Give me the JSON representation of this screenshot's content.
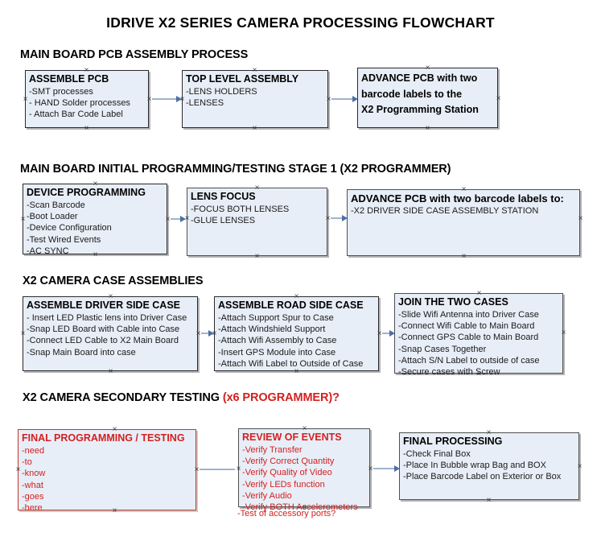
{
  "document": {
    "title": "IDRIVE X2  SERIES CAMERA PROCESSING FLOWCHART"
  },
  "sections": [
    {
      "id": "main-board-pcb-assembly",
      "heading": "MAIN BOARD PCB ASSEMBLY PROCESS",
      "heading_accent": ""
    },
    {
      "id": "main-board-initial-programming",
      "heading": "MAIN BOARD INITIAL PROGRAMMING/TESTING STAGE 1 (X2 PROGRAMMER)",
      "heading_accent": ""
    },
    {
      "id": "x2-camera-case-assemblies",
      "heading": "X2 CAMERA CASE ASSEMBLIES",
      "heading_accent": ""
    },
    {
      "id": "x2-camera-secondary-testing",
      "heading": "X2 CAMERA SECONDARY TESTING ",
      "heading_accent": "(x6 PROGRAMMER)?"
    }
  ],
  "nodes": {
    "assemble_pcb": {
      "title": "ASSEMBLE PCB",
      "lines": [
        "-SMT processes",
        "- HAND Solder processes",
        "- Attach Bar Code Label"
      ]
    },
    "top_level_assembly": {
      "title": "TOP LEVEL ASSEMBLY",
      "lines": [
        "-LENS HOLDERS",
        "-LENSES"
      ]
    },
    "advance_pcb_station": {
      "title": "ADVANCE PCB with two",
      "lines": [
        "barcode labels to the",
        " X2 Programming Station"
      ]
    },
    "device_programming": {
      "title": "DEVICE PROGRAMMING",
      "lines": [
        "-Scan Barcode",
        "-Boot Loader",
        "-Device Configuration",
        "-Test Wired Events",
        "-AC SYNC"
      ]
    },
    "lens_focus": {
      "title": "LENS FOCUS",
      "lines": [
        "-FOCUS BOTH LENSES",
        "-GLUE LENSES"
      ]
    },
    "advance_pcb_driver_case": {
      "title": "ADVANCE PCB with two barcode labels to:",
      "lines": [
        "-X2 DRIVER  SIDE  CASE  ASSEMBLY STATION"
      ]
    },
    "assemble_driver_side_case": {
      "title": "ASSEMBLE DRIVER SIDE CASE",
      "lines": [
        "- Insert LED Plastic lens into Driver Case",
        "-Snap LED Board with Cable into Case",
        "-Connect LED Cable to X2 Main Board",
        "-Snap Main Board into case"
      ]
    },
    "assemble_road_side_case": {
      "title": "ASSEMBLE ROAD SIDE CASE",
      "lines": [
        "-Attach Support Spur to Case",
        "-Attach Windshield Support",
        "-Attach Wifi Assembly to Case",
        "-Insert GPS Module into Case",
        "-Attach Wifi Label to Outside of Case"
      ]
    },
    "join_the_two_cases": {
      "title": "JOIN THE TWO CASES",
      "lines": [
        "-Slide Wifi Antenna into Driver Case",
        "-Connect Wifi Cable to Main Board",
        "-Connect GPS Cable to Main Board",
        "-Snap Cases Together",
        "-Attach S/N Label to outside of case",
        "-Secure cases with Screw"
      ]
    },
    "final_programming_testing": {
      "title": "FINAL PROGRAMMING / TESTING",
      "lines": [
        "-need",
        "-to",
        "-know",
        "-what",
        "-goes",
        "-here"
      ]
    },
    "review_of_events": {
      "title": "REVIEW OF EVENTS",
      "lines": [
        "-Verify Transfer",
        "-Verify Correct Quantity",
        "-Verify Quality of Video",
        "-Verify LEDs function",
        "-Verify Audio",
        "-Verify BOTH Accelerometers"
      ],
      "overflow_line": "-Test of accessory ports?"
    },
    "final_processing": {
      "title": "FINAL PROCESSING",
      "lines": [
        "-Check Final Box",
        "-Place In Bubble wrap Bag and BOX",
        "-Place Barcode Label on Exterior or Box"
      ]
    }
  },
  "colors": {
    "node_fill": "#e8eef7",
    "node_border": "#2a2a2a",
    "connector": "#9fb4cc",
    "arrowhead": "#4c6fa5",
    "accent_red": "#d32020",
    "text": "#000000"
  }
}
